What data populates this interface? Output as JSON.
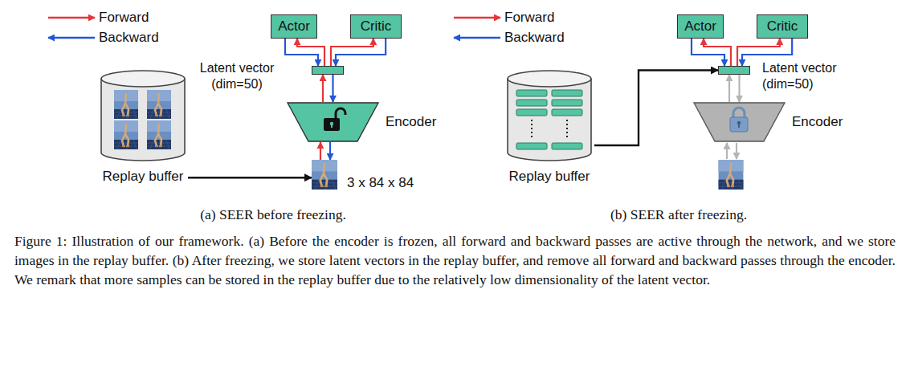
{
  "diagram": {
    "caption": "Figure 1: Illustration of our framework. (a) Before the encoder is frozen, all forward and backward passes are active through the network, and we store images in the replay buffer. (b) After freezing, we store latent vectors in the replay buffer, and remove all forward and backward passes through the encoder. We remark that more samples can be stored in the replay buffer due to the relatively low dimensionality of the latent vector.",
    "nodes": [
      {
        "text": [
          "Actor"
        ]
      },
      {
        "text": [
          "Critic"
        ]
      },
      {
        "text": [
          "Latent vector (dim=50)"
        ]
      },
      {
        "text": [
          "Encoder"
        ]
      },
      {
        "text": [
          "3 x 84 x 84"
        ]
      },
      {
        "text": [
          "Replay buffer"
        ]
      },
      {
        "text": [
          "Actor"
        ]
      },
      {
        "text": [
          "Critic"
        ]
      },
      {
        "text": [
          "Latent vector (dim=50)"
        ]
      },
      {
        "text": [
          "Encoder"
        ]
      },
      {
        "text": [
          "Replay buffer"
        ]
      }
    ],
    "edges": [
      {
        "from": 2,
        "to": 0,
        "arrow": "to"
      },
      {
        "from": 0,
        "to": 2,
        "arrow": "to"
      },
      {
        "from": 2,
        "to": 1,
        "arrow": "to"
      },
      {
        "from": 1,
        "to": 2,
        "arrow": "to"
      },
      {
        "from": 3,
        "to": 2,
        "arrow": "to"
      },
      {
        "from": 2,
        "to": 3,
        "arrow": "to"
      },
      {
        "from": 4,
        "to": 3,
        "arrow": "to"
      },
      {
        "from": 3,
        "to": 4,
        "arrow": "to"
      },
      {
        "from": 5,
        "to": 4,
        "arrow": "to"
      },
      {
        "from": 8,
        "to": 6,
        "arrow": "to"
      },
      {
        "from": 6,
        "to": 8,
        "arrow": "to"
      },
      {
        "from": 8,
        "to": 7,
        "arrow": "to"
      },
      {
        "from": 7,
        "to": 8,
        "arrow": "to"
      },
      {
        "from": 9,
        "to": 8,
        "arrow": "to"
      },
      {
        "from": 8,
        "to": 9,
        "arrow": "to"
      },
      {
        "from": 10,
        "to": 8,
        "arrow": "to"
      }
    ],
    "labels": [
      "(a) SEER before freezing.",
      "(b) SEER after freezing."
    ],
    "legend": [
      {
        "text": "Forward"
      },
      {
        "text": "Backward"
      },
      {
        "text": "Forward"
      },
      {
        "text": "Backward"
      }
    ]
  }
}
